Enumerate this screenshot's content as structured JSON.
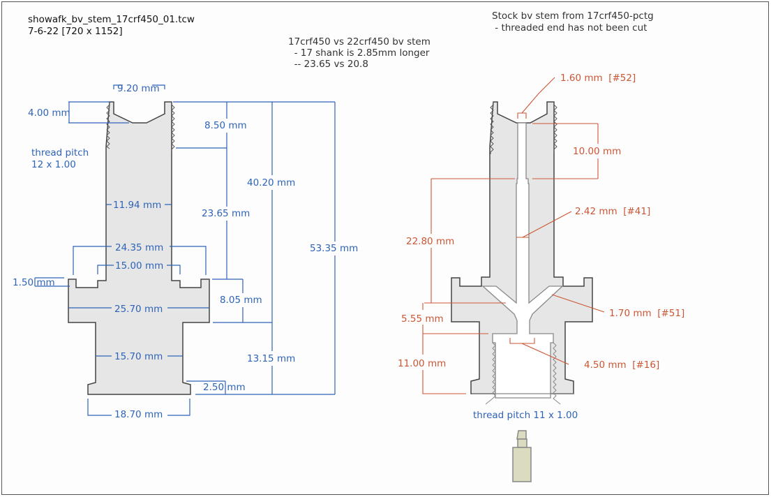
{
  "header": {
    "filename": "showafk_bv_stem_17crf450_01.tcw",
    "date_line": "7-6-22   [720 x 1152]"
  },
  "notes": {
    "comparison": [
      "17crf450 vs 22crf450 bv stem",
      "  - 17 shank is 2.85mm longer",
      "  -- 23.65 vs 20.8"
    ],
    "stock": [
      "Stock bv stem from 17crf450-pctg",
      " - threaded end has not been cut"
    ]
  },
  "left_drawing": {
    "color": "#2e63b8",
    "thread_pitch": [
      "thread pitch",
      "12 x 1.00"
    ],
    "dims": {
      "top_width": "9.20 mm",
      "cup_depth": "4.00 mm",
      "thread_length": "8.50 mm",
      "shank_length": "23.65 mm",
      "to_flange": "40.20 mm",
      "overall": "53.35 mm",
      "shank_dia": "11.94 mm",
      "groove_outer": "24.35 mm",
      "groove_inner": "15.00 mm",
      "lip": "1.50 mm",
      "flange_dia": "25.70 mm",
      "flange_height": "8.05 mm",
      "base_dia": "15.70 mm",
      "base_length": "13.15 mm",
      "foot_height": "2.50 mm",
      "foot_dia": "18.70 mm"
    }
  },
  "right_drawing": {
    "color": "#cc5533",
    "thread_pitch": "thread pitch 11 x 1.00",
    "dims": {
      "top_hole": "1.60 mm  [#52]",
      "top_hole_depth": "10.00 mm",
      "bore": "2.42 mm  [#41]",
      "bore_depth": "22.80 mm",
      "angled_holes": "1.70 mm  [#51]",
      "chamber": "5.55 mm",
      "counterbore": "4.50 mm  [#16]",
      "thread_depth": "11.00 mm"
    }
  }
}
